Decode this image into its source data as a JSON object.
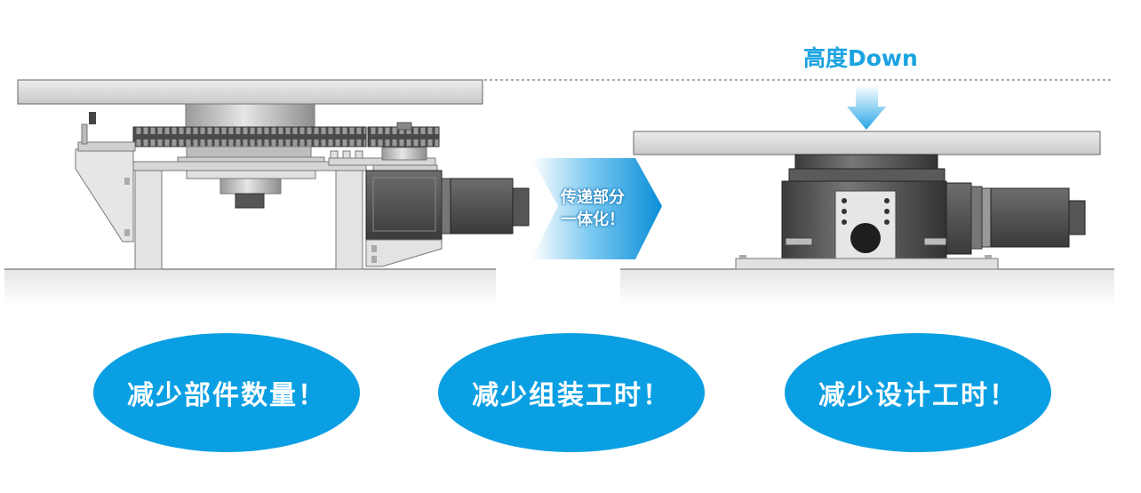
{
  "top_label": "高度Down",
  "arrow_text": {
    "line1": "传递部分",
    "line2": "一体化！"
  },
  "benefits": [
    "减少部件数量！",
    "减少组装工时！",
    "减少设计工时！"
  ],
  "colors": {
    "accent_blue": "#0a9fe3",
    "label_blue": "#1aa3e0",
    "plate_gray": "#d8d8d8",
    "dark_metal": "#4a4a4a"
  },
  "icons": [
    "down-arrow-icon",
    "right-chevron-arrow-icon"
  ]
}
